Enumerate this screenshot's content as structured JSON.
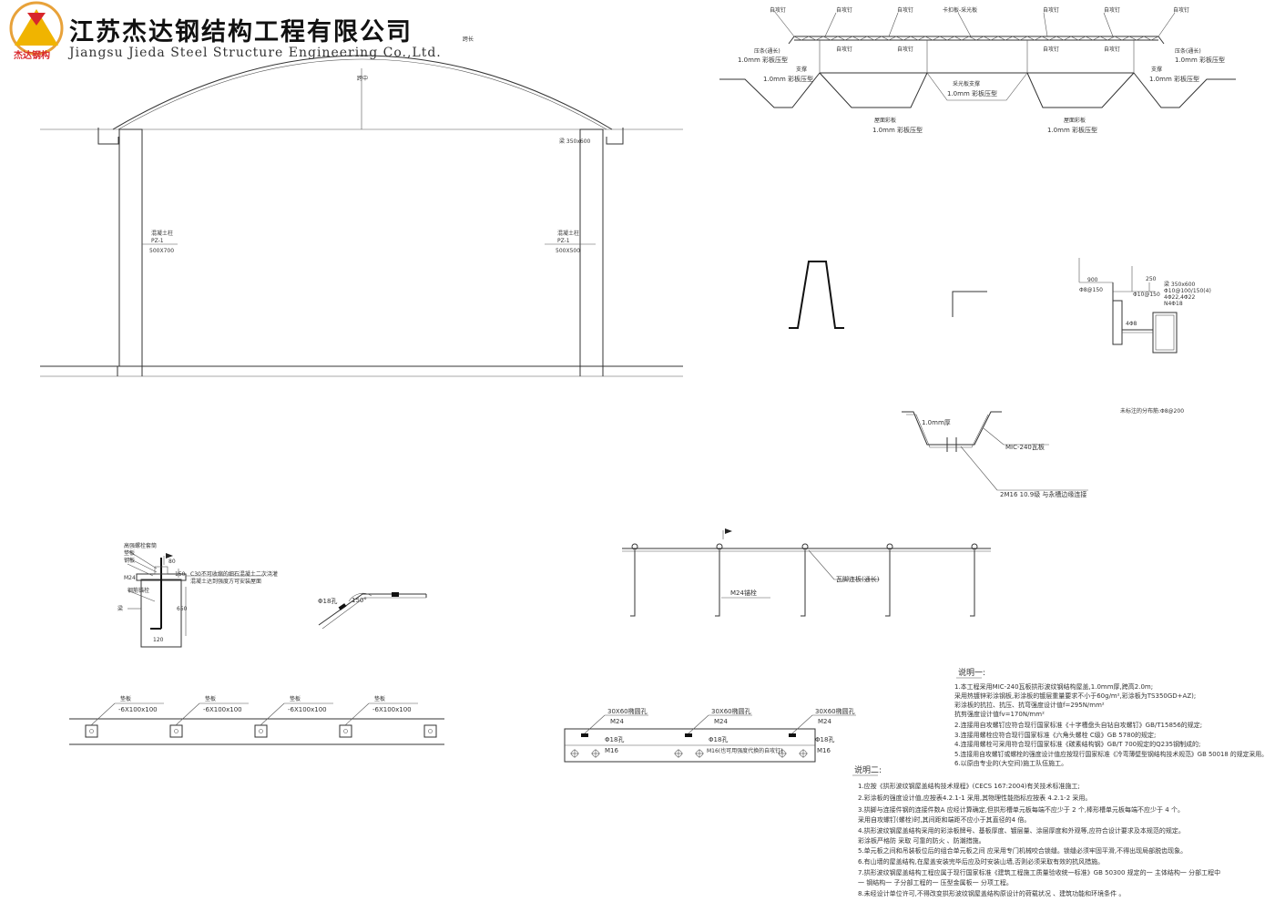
{
  "title_block": {
    "company_cn": "江苏杰达钢结构工程有限公司",
    "company_en": "Jiangsu Jieda Steel Structure Engineering Co.,Ltd.",
    "logo_sub": "杰达钢构",
    "logo_colors": {
      "ring": "#e8a23a",
      "triangle": "#f0b400",
      "mark": "#d8262b"
    }
  },
  "arch_elevation": {
    "span_label": "跨长",
    "rise_label": "跨中",
    "beam_label": "梁 350x600",
    "column_left": [
      "混凝土柱",
      "PZ-1",
      "500X700"
    ],
    "column_right": [
      "混凝土柱",
      "PZ-1",
      "500X500"
    ]
  },
  "roof_section": {
    "top_labels": [
      "自攻钉",
      "自攻钉",
      "自攻钉",
      "卡扣板-采光板",
      "自攻钉",
      "自攻钉",
      "自攻钉"
    ],
    "mid_labels": [
      "自攻钉",
      "自攻钉",
      "自攻钉",
      "自攻钉"
    ],
    "left_callouts": [
      "压条(通长)",
      "1.0mm 彩板压型",
      "支撑",
      "1.0mm 彩板压型"
    ],
    "right_callouts": [
      "压条(通长)",
      "1.0mm 彩板压型",
      "支撑",
      "1.0mm 彩板压型"
    ],
    "center_callout": [
      "采光板支撑",
      "1.0mm 彩板压型"
    ],
    "bottom_callouts": [
      [
        "屋面彩板",
        "1.0mm 彩板压型"
      ],
      [
        "屋面彩板",
        "1.0mm 彩板压型"
      ]
    ]
  },
  "beam_detail": {
    "dims": [
      "900",
      "250"
    ],
    "bars": [
      "Φ8@150",
      "Φ10@150",
      "4Φ8"
    ],
    "notes": [
      "梁 350x600",
      "Φ10@100/150(4)",
      "4Φ22,4Φ22",
      "N4Φ18"
    ]
  },
  "note_small": "未标注的分布筋:Φ8@200",
  "panel_section": {
    "thickness": "1.0mm厚",
    "panel_type": "MIC-240瓦板",
    "bolt": "2M16 10.9级 与永槽边缘连接"
  },
  "anchor_detail": {
    "labels": [
      "高强螺栓套筒",
      "垫板",
      "钢板",
      "M24",
      "钢筋锚栓"
    ],
    "note": [
      "C30不可收缩的细石混凝土二次浇灌",
      "混凝土达到强度方可安装屋面"
    ],
    "beam": "梁",
    "dims": [
      "150",
      "650",
      "120",
      "80"
    ]
  },
  "bend_detail": {
    "hole": "Φ18孔",
    "angle": "150°"
  },
  "support_rail": {
    "rail_label": "瓦脚连板(通长)",
    "bolt_label": "M24锚栓"
  },
  "pad_row": {
    "items": [
      [
        "垫板",
        "-6X100x100"
      ],
      [
        "垫板",
        "-6X100x100"
      ],
      [
        "垫板",
        "-6X100x100"
      ],
      [
        "垫板",
        "-6X100x100"
      ]
    ]
  },
  "slot_plate": {
    "slots": [
      [
        "30X60椭圆孔",
        "M24"
      ],
      [
        "30X60椭圆孔",
        "M24"
      ],
      [
        "30X60椭圆孔",
        "M24"
      ]
    ],
    "holes": [
      [
        "Φ18孔",
        "M16"
      ],
      [
        "Φ18孔",
        "M16(也可用强度代换的自攻钉)"
      ],
      [
        "Φ18孔",
        "M16"
      ]
    ]
  },
  "notes1": {
    "heading": "说明一:",
    "lines": [
      "1.本工程采用MIC-240瓦板拱形波纹钢结构屋盖,1.0mm厚,跨高2.0m;",
      "   采用热镀锌彩涂钢板,彩涂板的镀层重量要求不小于60g/m²,彩涂板为TS350GD+AZ);",
      "   彩涂板的抗拉、抗压、抗弯强度设计值f=295N/mm²",
      "   抗剪强度设计值fv=170N/mm²",
      "2.连接用自攻螺钉应符合现行国家标准《十字槽盘头自钻自攻螺钉》GB/T15856的规定;",
      "3.连接用螺栓应符合现行国家标准《六角头螺栓 C级》GB 5780的规定;",
      "4.连接用螺栓可采用符合现行国家标准《碳素结构钢》GB/T 700规定的Q235钢制成的;",
      "5.连接用自攻螺钉或螺栓的强度设计值应按现行国家标准《冷弯薄壁型钢结构技术规范》GB 50018 的规定采用。",
      "6.以原由专业的(大空间)施工队伍施工。"
    ]
  },
  "notes2": {
    "heading": "说明二:",
    "lines": [
      "1.应按《拱形波纹钢屋盖结构技术规程》(CECS 167:2004)有关技术标准施工;",
      "2.彩涂板的强度设计值,应按表4.2.1-1 采用,其物理性能指标应按表 4.2.1-2 采用。",
      "3.拱脚与连接件钢的连接件数A 应经计算确定,但拱形槽单元板每端不应少于 2 个,棒形槽单元板每端不应少于 4 个。",
      "   采用自攻螺钉(螺栓)时,其间距和端距不应小于其直径的4 倍。",
      "4.拱形波纹钢屋盖结构采用的彩涂板牌号、基板厚度、镀层量、涂层厚度和外观等,应符合设计要求及本规范的规定。",
      "   彩涂板严格防 采取 可靠的防火 、防潮措施。",
      "5.单元板之间和吊装板位后的组合单元板之间 应采用专门机械咬合锁缝。锁缝必须牢固平滑,不得出现局部脱齿现象。",
      "6.有山墙的屋盖结构,在屋盖安装完毕后应及时安装山墙,否则必须采取有效的抗风措施。",
      "7.拱形波纹钢屋盖结构工程应属于现行国家标准《建筑工程施工质量验收统一标准》GB 50300 规定的一 主体结构一 分部工程中",
      "   一 钢结构一 子分部工程的一 压型金属板一 分项工程。",
      "8.未经设计单位许可,不得改变拱形波纹钢屋盖结构原设计的荷载状况 、建筑功能和环境条件 。"
    ]
  }
}
